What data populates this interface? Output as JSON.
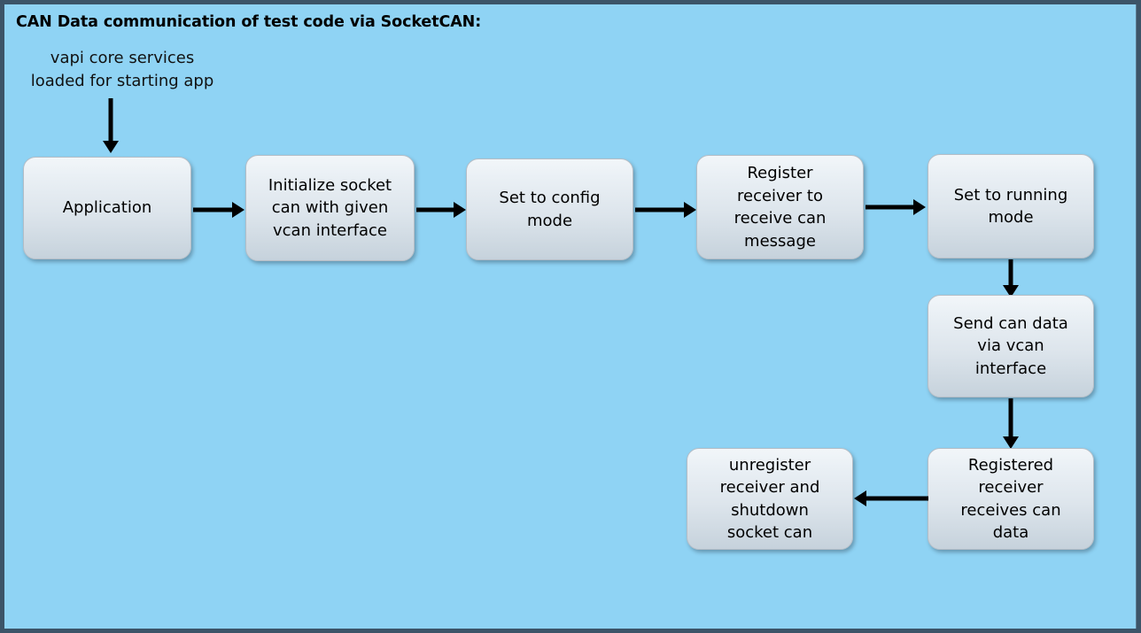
{
  "diagram": {
    "title": "CAN Data communication of test code via SocketCAN:",
    "caption": {
      "line1": "vapi core services",
      "line2": "loaded for starting app"
    },
    "colors": {
      "background": "#8fd3f4",
      "frame_border": "#3c5468",
      "node_fill_top": "#f2f6f9",
      "node_fill_bottom": "#c6d2dc",
      "node_border": "#b4bdc6",
      "arrow": "#000000",
      "text": "#000000"
    },
    "nodes": [
      {
        "id": "application",
        "label": "Application"
      },
      {
        "id": "initialize-socket",
        "label": "Initialize socket\ncan with given\nvcan interface"
      },
      {
        "id": "set-config-mode",
        "label": "Set to config\nmode"
      },
      {
        "id": "register-receiver",
        "label": "Register\nreceiver to\nreceive  can\nmessage"
      },
      {
        "id": "set-running-mode",
        "label": "Set to running\nmode"
      },
      {
        "id": "send-can-data",
        "label": "Send can data\nvia vcan\ninterface"
      },
      {
        "id": "receiver-receives",
        "label": "Registered\nreceiver\nreceives can\ndata"
      },
      {
        "id": "unregister",
        "label": "unregister\nreceiver and\nshutdown\nsocket can"
      }
    ],
    "edges": [
      {
        "id": "caption-to-application",
        "from": "caption",
        "to": "application",
        "direction": "down"
      },
      {
        "id": "application-to-initialize",
        "from": "application",
        "to": "initialize-socket",
        "direction": "right"
      },
      {
        "id": "initialize-to-config",
        "from": "initialize-socket",
        "to": "set-config-mode",
        "direction": "right"
      },
      {
        "id": "config-to-register",
        "from": "set-config-mode",
        "to": "register-receiver",
        "direction": "right"
      },
      {
        "id": "register-to-running",
        "from": "register-receiver",
        "to": "set-running-mode",
        "direction": "right"
      },
      {
        "id": "running-to-send",
        "from": "set-running-mode",
        "to": "send-can-data",
        "direction": "down"
      },
      {
        "id": "send-to-receives",
        "from": "send-can-data",
        "to": "receiver-receives",
        "direction": "down"
      },
      {
        "id": "receives-to-unregister",
        "from": "receiver-receives",
        "to": "unregister",
        "direction": "left"
      }
    ]
  }
}
